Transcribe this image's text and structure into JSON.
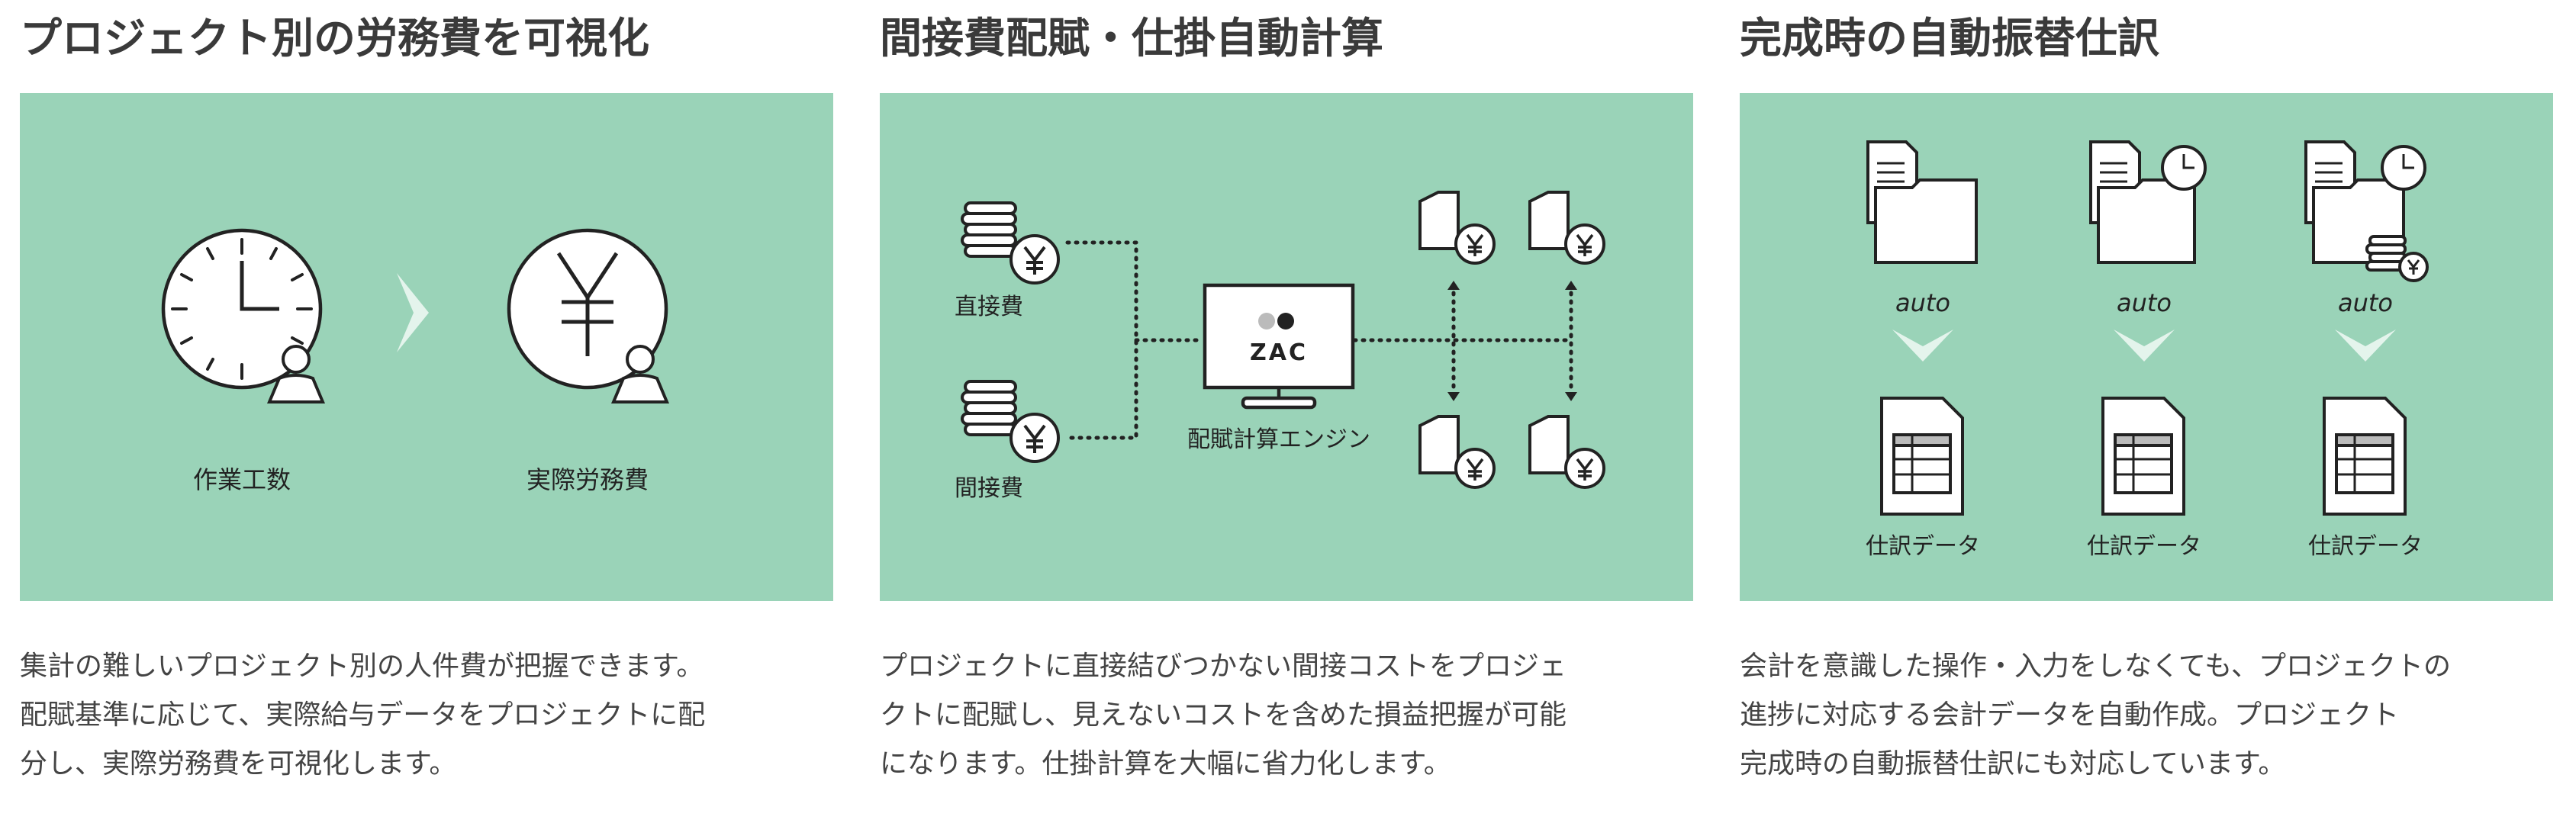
{
  "features": [
    {
      "title": "プロジェクト別の労務費を可視化",
      "labels": {
        "left": "作業工数",
        "right": "実際労務費"
      },
      "description_lines": [
        "集計の難しいプロジェクト別の人件費が把握できます。",
        "配賦基準に応じて、実際給与データをプロジェクトに配",
        "分し、実際労務費を可視化します。"
      ]
    },
    {
      "title": "間接費配賦・仕掛自動計算",
      "labels": {
        "direct": "直接費",
        "indirect": "間接費",
        "engine": "配賦計算エンジン",
        "monitor_logo": "ZAC"
      },
      "description_lines": [
        "プロジェクトに直接結びつかない間接コストをプロジェ",
        "クトに配賦し、見えないコストを含めた損益把握が可能",
        "になります。仕掛計算を大幅に省力化します。"
      ]
    },
    {
      "title": "完成時の自動振替仕訳",
      "labels": {
        "auto": [
          "auto",
          "auto",
          "auto"
        ],
        "journal": [
          "仕訳データ",
          "仕訳データ",
          "仕訳データ"
        ]
      },
      "description_lines": [
        "会計を意識した操作・入力をしなくても、プロジェクトの",
        "進捗に対応する会計データを自動作成。プロジェクト",
        "完成時の自動振替仕訳にも対応しています。"
      ]
    }
  ],
  "colors": {
    "panel": "#9ad3b8",
    "stroke": "#222222",
    "arrow": "#e4f4ec"
  },
  "icons": [
    "clock-icon",
    "person-icon",
    "yen-coin-icon",
    "coin-stack-icon",
    "monitor-icon",
    "folder-yen-icon",
    "document-icon",
    "folder-icon",
    "table-sheet-icon",
    "chevron-right-icon",
    "chevron-down-icon"
  ]
}
